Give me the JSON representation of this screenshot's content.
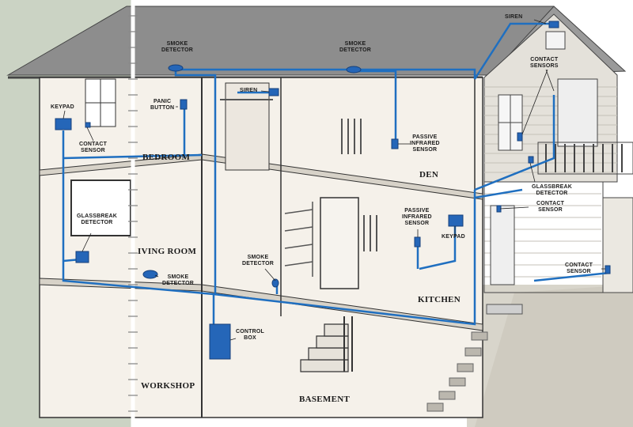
{
  "rooms": {
    "bedroom": "BEDROOM",
    "den": "DEN",
    "living_room": "IVING ROOM",
    "kitchen": "KITCHEN",
    "workshop": "WORKSHOP",
    "basement": "BASEMENT"
  },
  "labels": {
    "keypad_left": "KEYPAD",
    "contact_sensor_left": "CONTACT\nSENSOR",
    "smoke_detector_attic_left": "SMOKE\nDETECTOR",
    "panic_button": "PANIC\nBUTTON",
    "siren_closet": "SIREN",
    "smoke_detector_attic_mid": "SMOKE\nDETECTOR",
    "passive_infrared_den": "PASSIVE\nINFRARED\nSENSOR",
    "siren_roof": "SIREN",
    "contact_sensors_right": "CONTACT\nSENSORS",
    "glassbreak_right": "GLASSBREAK\nDETECTOR",
    "contact_sensor_right": "CONTACT\nSENSOR",
    "glassbreak_left": "GLASSBREAK\nDETECTOR",
    "smoke_detector_living": "SMOKE\nDETECTOR",
    "smoke_detector_stair": "SMOKE\nDETECTOR",
    "passive_infrared_kitchen": "PASSIVE\nINFRARED\nSENSOR",
    "keypad_kitchen": "KEYPAD",
    "contact_sensor_garage": "CONTACT\nSENSOR",
    "control_box": "CONTROL\nBOX"
  },
  "colors": {
    "wire": "#1f6fc0",
    "device": "#2566b8",
    "wall": "#f4efe8",
    "outline": "#3c3c3c",
    "roof": "#8a8a8a",
    "siding": "#e6e3dc",
    "background_left": "#c9d2c2",
    "ground": "#d9d6cc"
  }
}
